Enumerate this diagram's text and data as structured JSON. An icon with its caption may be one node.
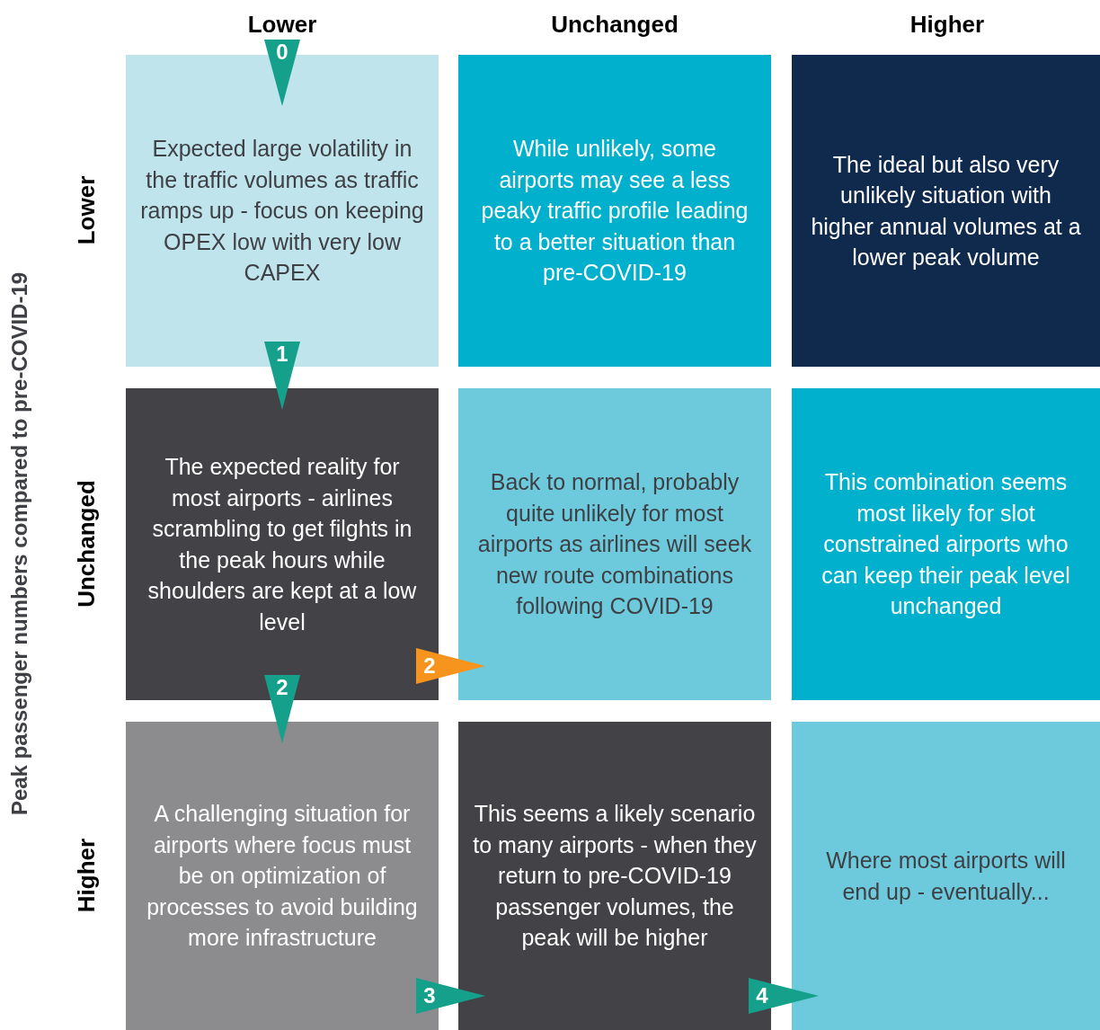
{
  "diagram": {
    "nodes": [
      {
        "text": [
          "Expected large volatility in the traffic volumes as traffic ramps up - focus on keeping OPEX low with very low CAPEX"
        ]
      },
      {
        "text": [
          "While unlikely, some airports may see a less peaky traffic profile leading to a better situation than pre-COVID-19"
        ]
      },
      {
        "text": [
          "The ideal but also very unlikely situation with higher annual volumes at a lower peak volume"
        ]
      },
      {
        "text": [
          "The expected reality for most airports - airlines scrambling to get filghts in the peak hours while shoulders are kept at a low level"
        ]
      },
      {
        "text": [
          "Back to normal, probably quite unlikely for most airports as airlines will seek new route combinations following COVID-19"
        ]
      },
      {
        "text": [
          "This combination seems most likely for slot constrained airports who can keep their peak level unchanged"
        ]
      },
      {
        "text": [
          "A challenging situation for airports where focus must be on optimization of processes to avoid building more infrastructure"
        ]
      },
      {
        "text": [
          "This seems a likely scenario to many airports - when they return to pre-COVID-19 passenger volumes, the peak will be higher"
        ]
      },
      {
        "text": [
          "Where most airports will end up - eventually..."
        ]
      }
    ],
    "edges": [
      {
        "from": null,
        "to": 0,
        "arrow": "to",
        "label": "0"
      },
      {
        "from": 0,
        "to": 3,
        "arrow": "to",
        "label": "1"
      },
      {
        "from": 3,
        "to": 4,
        "arrow": "to",
        "label": "2",
        "color": "#f7941d"
      },
      {
        "from": 3,
        "to": 6,
        "arrow": "to",
        "label": "2"
      },
      {
        "from": 6,
        "to": 7,
        "arrow": "to",
        "label": "3"
      },
      {
        "from": 7,
        "to": 8,
        "arrow": "to",
        "label": "4"
      }
    ],
    "labels": [
      "Lower",
      "Unchanged",
      "Higher",
      "**Peak** passenger numbers compared to pre-COVID-19",
      "Lower",
      "Unchanged",
      "Higher"
    ]
  }
}
